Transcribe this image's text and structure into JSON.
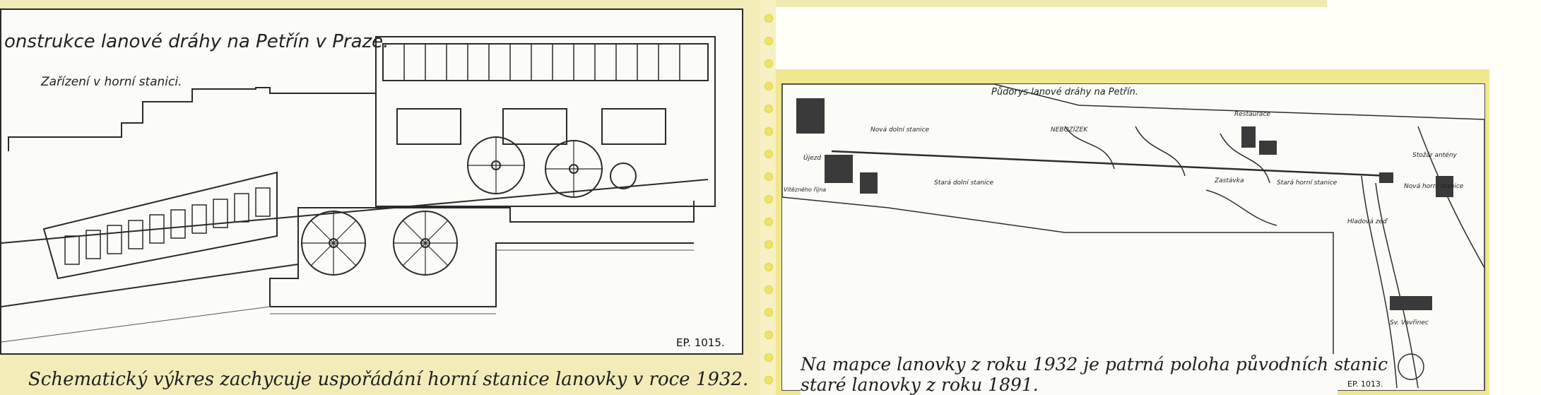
{
  "left_page": {
    "title": "onstrukce lanové dráhy na Petřín v Praze.",
    "subtitle": "Zařízení v horní stanici.",
    "ref": "EP. 1015.",
    "caption": "Schematický výkres zachycuje uspořádání horní stanice lanovky v roce 1932."
  },
  "right_page": {
    "map_title": "Půdorys lanové dráhy na Petřín.",
    "labels": {
      "nova_dolni": "Nová dolní stanice",
      "stara_dolni": "Stará dolní stanice",
      "nebozizek": "NEBOZÍZEK",
      "restaurace": "Restaurace",
      "zastavka": "Zastávka",
      "stara_horni": "Stará horní stanice",
      "nova_horni": "Nová horní stanice",
      "stozar": "Stožár antény",
      "hladova_zed": "Hladová zeď",
      "sv_vavrinec": "Sv. Vavřinec",
      "ujezd": "Újezd",
      "vitezne": "Vítězného října"
    },
    "caption_lines": [
      "Na mapce lanovky z roku 1932 je patrná poloha původních stanic",
      "staré lanovky z roku 1891."
    ],
    "ref": "EP. 1013."
  },
  "colors": {
    "page_yellow": "#f3ecb8",
    "frame_yellow": "#f0e78e",
    "paper": "#fbfbf8",
    "ink": "#1f1f1f"
  }
}
